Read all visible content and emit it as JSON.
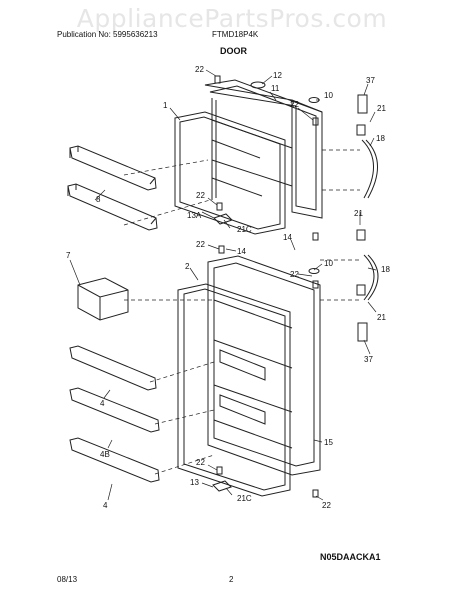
{
  "watermark": "AppliancePartsPros.com",
  "header": {
    "publication": "Publication No: 5995636213",
    "model": "FTMD18P4K",
    "section_title": "DOOR"
  },
  "callouts": {
    "c22a": "22",
    "c12": "12",
    "c11": "11",
    "c1": "1",
    "c22b": "22",
    "c10a": "10",
    "c37a": "37",
    "c21a": "21",
    "c18a": "18",
    "c8": "8",
    "c22c": "22",
    "c13a": "13A",
    "c21c_a": "21C",
    "c21b": "21",
    "c22d": "22",
    "c14a": "14",
    "c14b": "14",
    "c2": "2",
    "c7": "7",
    "c22e": "22",
    "c10b": "10",
    "c18b": "18",
    "c21d": "21",
    "c37b": "37",
    "c4a": "4",
    "c4b": "4B",
    "c15": "15",
    "c4c": "4",
    "c22f": "22",
    "c13": "13",
    "c21c_b": "21C",
    "c22g": "22"
  },
  "footer": {
    "figure_code": "N05DAACKA1",
    "date": "08/13",
    "page": "2"
  }
}
